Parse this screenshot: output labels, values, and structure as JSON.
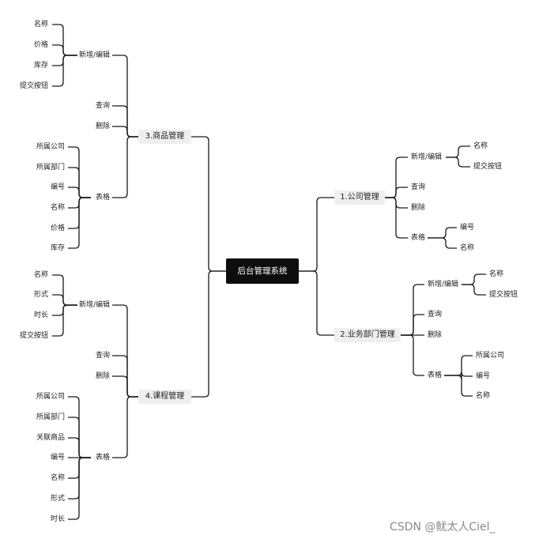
{
  "root": "后台管理系统",
  "branches": [
    {
      "title": "1.公司管理",
      "children": [
        {
          "label": "新增/编辑",
          "children": [
            "名称",
            "提交按钮"
          ]
        },
        {
          "label": "查询"
        },
        {
          "label": "删除"
        },
        {
          "label": "表格",
          "children": [
            "编号",
            "名称"
          ]
        }
      ]
    },
    {
      "title": "2.业务部门管理",
      "children": [
        {
          "label": "新增/编辑",
          "children": [
            "名称",
            "提交按钮"
          ]
        },
        {
          "label": "查询"
        },
        {
          "label": "删除"
        },
        {
          "label": "表格",
          "children": [
            "所属公司",
            "编号",
            "名称"
          ]
        }
      ]
    },
    {
      "title": "3.商品管理",
      "children": [
        {
          "label": "新增/编辑",
          "children": [
            "名称",
            "价格",
            "库存",
            "提交按钮"
          ]
        },
        {
          "label": "查询"
        },
        {
          "label": "删除"
        },
        {
          "label": "表格",
          "children": [
            "所属公司",
            "所属部门",
            "编号",
            "名称",
            "价格",
            "库存"
          ]
        }
      ]
    },
    {
      "title": "4.课程管理",
      "children": [
        {
          "label": "新增/编辑",
          "children": [
            "名称",
            "形式",
            "时长",
            "提交按钮"
          ]
        },
        {
          "label": "查询"
        },
        {
          "label": "删除"
        },
        {
          "label": "表格",
          "children": [
            "所属公司",
            "所属部门",
            "关联商品",
            "编号",
            "名称",
            "形式",
            "时长"
          ]
        }
      ]
    }
  ],
  "watermark": "CSDN @鱿太人Ciel_",
  "colors": {
    "line": "#1a1a1a",
    "node_fill": "#efefef",
    "root_fill": "#0d0d0d"
  }
}
